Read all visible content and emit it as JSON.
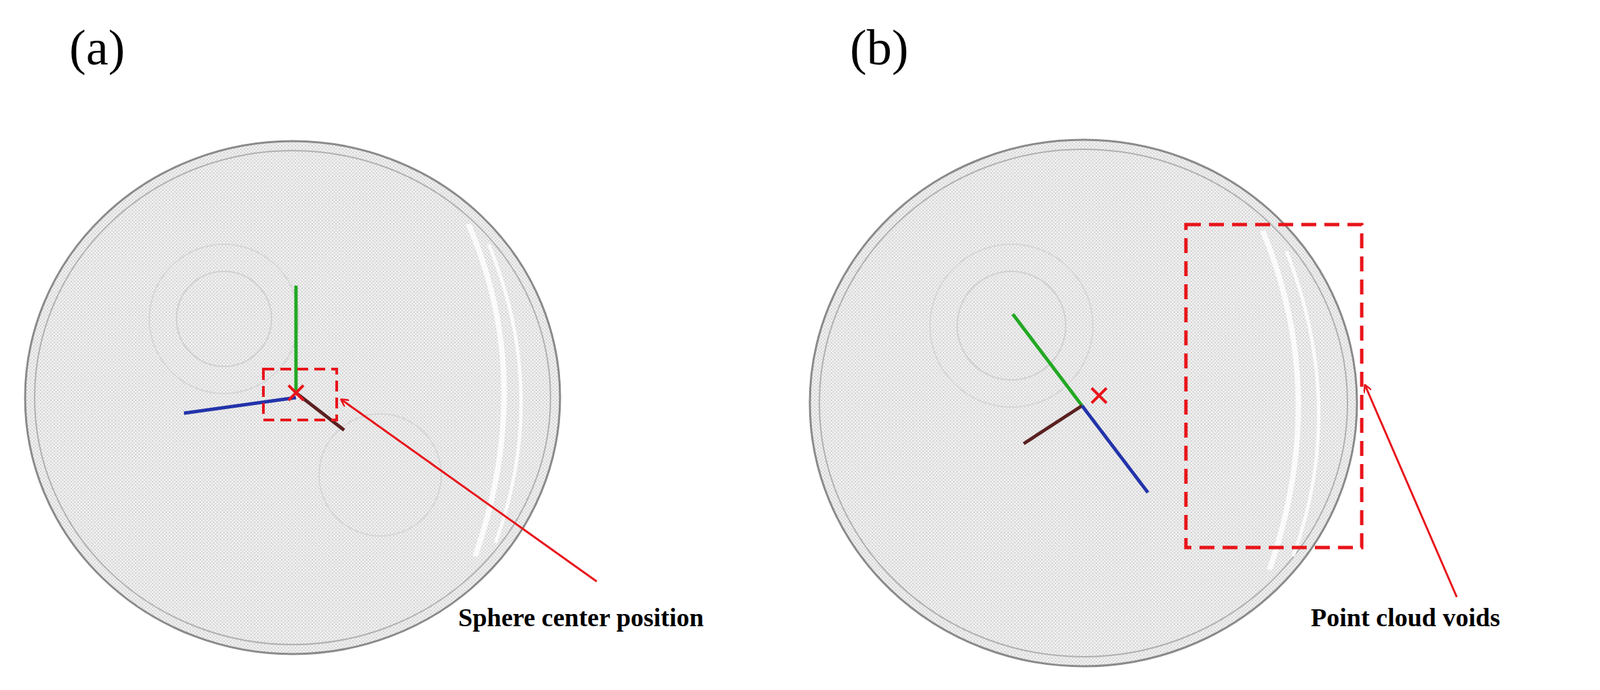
{
  "diagram": {
    "labels": [
      "(a)",
      "(b)",
      "Sphere center position",
      "Point cloud voids"
    ]
  }
}
